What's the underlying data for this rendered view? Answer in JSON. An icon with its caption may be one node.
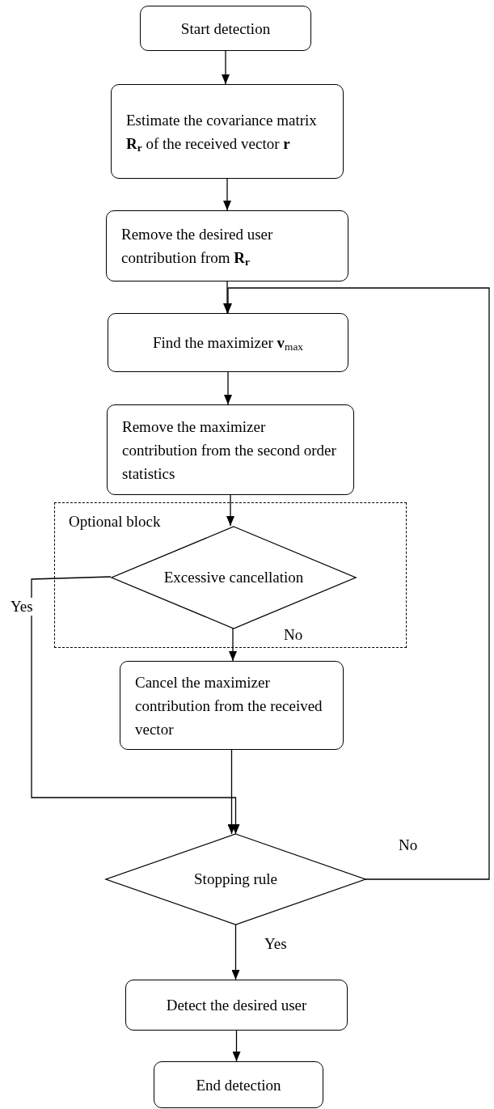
{
  "diagram": {
    "nodes": [
      {
        "text": [
          "Start detection"
        ]
      },
      {
        "text": [
          "Estimate the covariance matrix **R$_{r}$** of the received vector **r**"
        ]
      },
      {
        "text": [
          "Remove the desired user contribution from **R$_{r}$**"
        ]
      },
      {
        "text": [
          "Find the maximizer **v**$_{max}$"
        ]
      },
      {
        "text": [
          "Remove the maximizer contribution from the second order statistics"
        ]
      },
      {
        "text": [
          "Optional block"
        ]
      },
      {
        "text": [
          "Excessive cancellation"
        ],
        "in": 5
      },
      {
        "text": [
          "Cancel the maximizer contribution from the received vector"
        ]
      },
      {
        "text": [
          "Stopping rule"
        ]
      },
      {
        "text": [
          "Detect the desired user"
        ]
      },
      {
        "text": [
          "End detection"
        ]
      }
    ],
    "edges": [
      {
        "from": 0,
        "to": 1,
        "arrow": "to"
      },
      {
        "from": 1,
        "to": 2,
        "arrow": "to"
      },
      {
        "from": 2,
        "to": 3,
        "arrow": "to"
      },
      {
        "from": 3,
        "to": 4,
        "arrow": "to"
      },
      {
        "from": 4,
        "to": 6,
        "arrow": "to"
      },
      {
        "from": 6,
        "to": 7,
        "label": "No",
        "arrow": "to"
      },
      {
        "from": 7,
        "to": 8,
        "arrow": "to"
      },
      {
        "from": 6,
        "to": 8,
        "label": "Yes",
        "arrow": "to"
      },
      {
        "from": 8,
        "to": 3,
        "label": "No",
        "arrow": "to"
      },
      {
        "from": 8,
        "to": 9,
        "label": "Yes",
        "arrow": "to"
      },
      {
        "from": 9,
        "to": 10,
        "arrow": "to"
      }
    ]
  }
}
